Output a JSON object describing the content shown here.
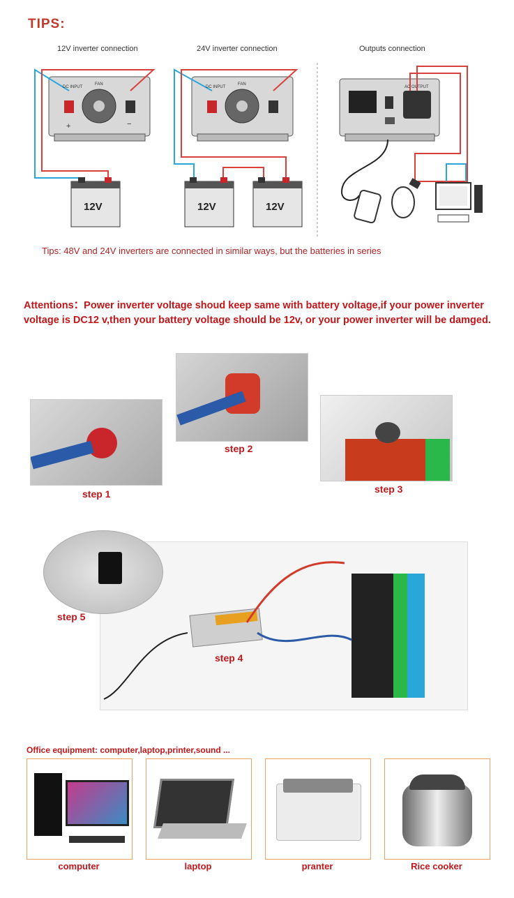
{
  "tips": {
    "title": "TIPS:",
    "caption_12v": "12V inverter connection",
    "caption_24v": "24V inverter connection",
    "caption_outputs": "Outputs connection",
    "fan": "FAN",
    "dc_input": "DC INPUT",
    "ac_output": "AC OUTPUT",
    "battery_label": "12V",
    "plus": "+",
    "minus": "−",
    "tip_line": "Tips: 48V and 24V inverters are connected in similar ways, but the batteries in series"
  },
  "attention": "Attentions：Power inverter voltage shoud keep same with battery voltage,if your power inverter voltage is DC12 v,then your battery voltage should be 12v, or your power inverter will be damged.",
  "steps": {
    "step1": "step 1",
    "step2": "step 2",
    "step3": "step 3",
    "step4": "step 4",
    "step5": "step 5"
  },
  "office": {
    "heading": "Office equipment: computer,laptop,printer,sound ...",
    "items": [
      "computer",
      "laptop",
      "pranter",
      "Rice cooker"
    ]
  },
  "colors": {
    "accent_red": "#c0171a",
    "wire_blue": "#2aa7d8",
    "wire_red": "#d9403a"
  }
}
